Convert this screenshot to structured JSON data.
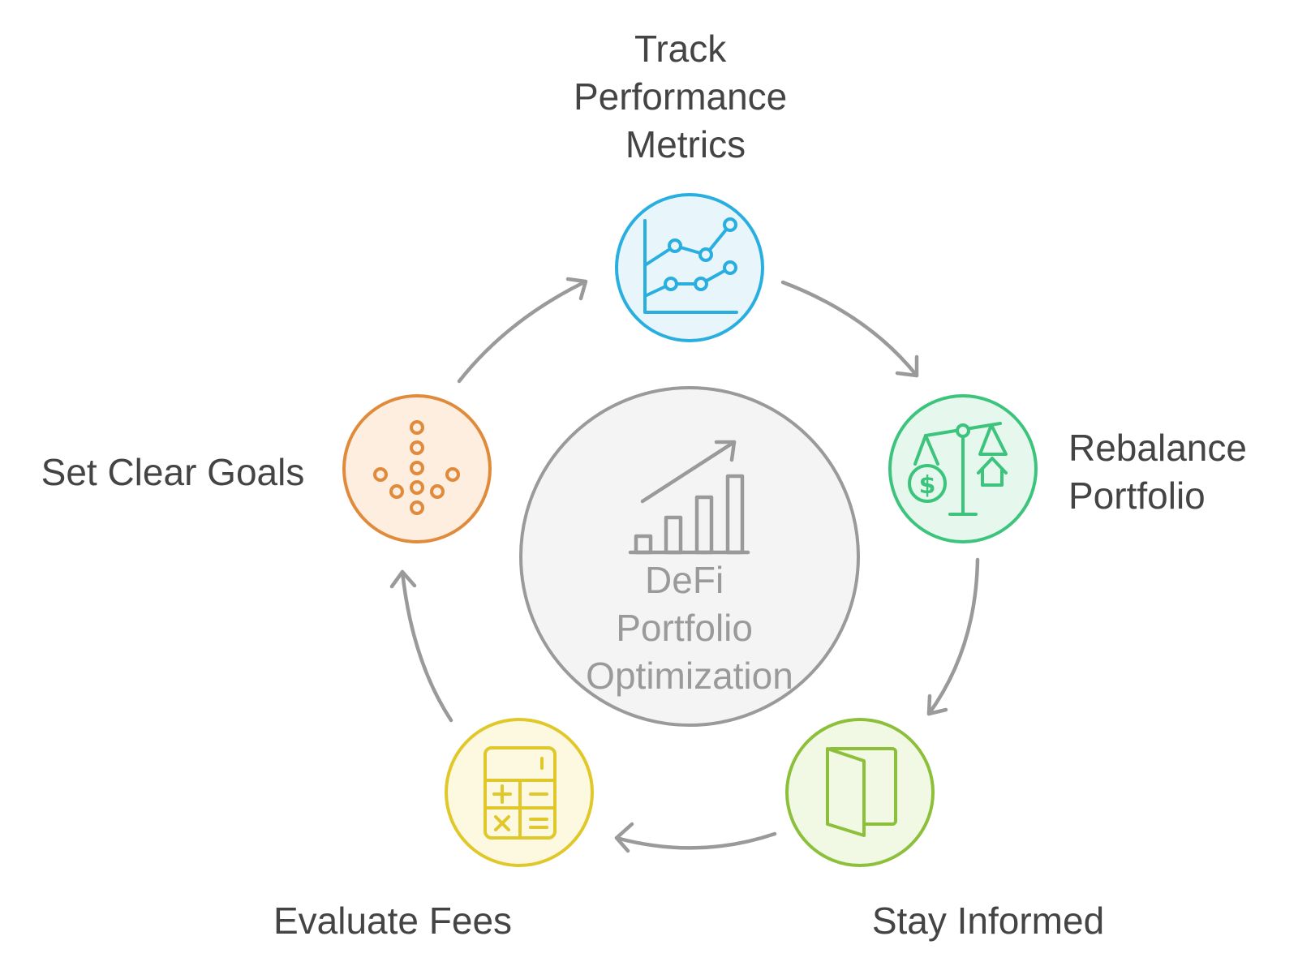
{
  "center": {
    "lines": [
      "DeFi",
      "Portfolio",
      "Optimization"
    ],
    "icon": "growth-chart-icon"
  },
  "steps": [
    {
      "id": "track",
      "label_lines": [
        "Track",
        "Performance",
        "Metrics"
      ],
      "icon": "line-chart-icon",
      "color": "#29aee0",
      "fill": "#e8f6fc"
    },
    {
      "id": "rebalance",
      "label_lines": [
        "Rebalance",
        "Portfolio"
      ],
      "icon": "balance-scale-icon",
      "color": "#3cc47c",
      "fill": "#e6f8ee"
    },
    {
      "id": "informed",
      "label_lines": [
        "Stay Informed"
      ],
      "icon": "open-book-icon",
      "color": "#8cbf3a",
      "fill": "#f1f9e4"
    },
    {
      "id": "fees",
      "label_lines": [
        "Evaluate Fees"
      ],
      "icon": "calculator-icon",
      "color": "#e0c82a",
      "fill": "#fdf9e0"
    },
    {
      "id": "goals",
      "label_lines": [
        "Set Clear Goals"
      ],
      "icon": "target-arrow-icon",
      "color": "#e08a3c",
      "fill": "#fdeee0"
    }
  ],
  "colors": {
    "arrow": "#9a9a9a",
    "label_text": "#444444",
    "center_text": "#9a9a9a",
    "center_fill": "#f4f4f4",
    "center_stroke": "#9a9a9a"
  }
}
